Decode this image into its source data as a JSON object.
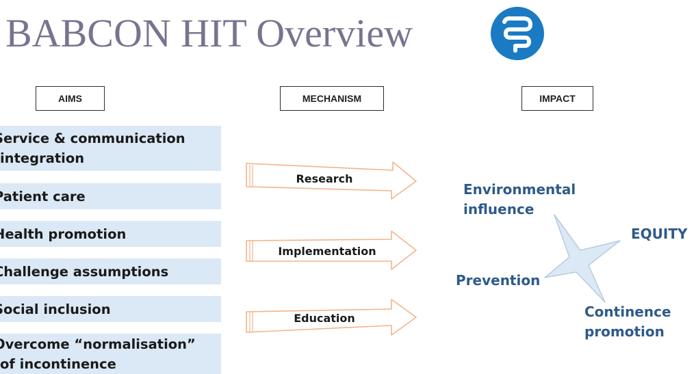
{
  "title": "BABCON HIT Overview",
  "logo_icon": "intestine-icon",
  "colors": {
    "title": "#7a738f",
    "aims_fill": "#dbe8f5",
    "impact_text": "#2e5a8a",
    "logo": "#1a7bc4"
  },
  "headers": {
    "aims": "AIMS",
    "mechanism": "MECHANISM",
    "impact": "IMPACT"
  },
  "aims": [
    "Service & communication\nintegration",
    "Patient care",
    "Health promotion",
    "Challenge assumptions",
    "Social inclusion",
    "Overcome “normalisation”\nof incontinence"
  ],
  "mechanisms": [
    "Research",
    "Implementation",
    "Education"
  ],
  "impacts": {
    "environmental": "Environmental\ninfluence",
    "equity": "EQUITY",
    "prevention": "Prevention",
    "continence": "Continence\npromotion"
  }
}
